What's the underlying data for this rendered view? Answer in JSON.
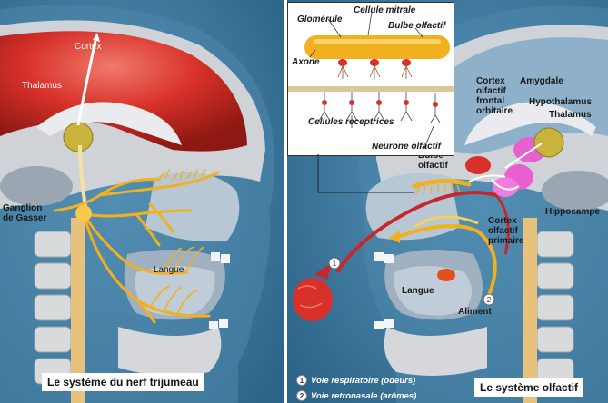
{
  "left_panel": {
    "caption": "Le système du nerf trijumeau",
    "labels": {
      "cortex": "Cortex",
      "thalamus": "Thalamus",
      "ganglion_line1": "Ganglion",
      "ganglion_line2": "de Gasser",
      "langue": "Langue"
    }
  },
  "right_panel": {
    "caption": "Le système olfactif",
    "labels": {
      "cortex_ofo_1": "Cortex",
      "cortex_ofo_2": "olfactif",
      "cortex_ofo_3": "frontal",
      "cortex_ofo_4": "orbitaire",
      "amygdale": "Amygdale",
      "hypothalamus": "Hypothalamus",
      "thalamus": "Thalamus",
      "bulbe_1": "Bulbe",
      "bulbe_2": "olfactif",
      "hippocampe": "Hippocampe",
      "cortex_op_1": "Cortex",
      "cortex_op_2": "olfactif",
      "cortex_op_3": "primaire",
      "langue": "Langue",
      "aliment": "Aliment"
    },
    "inset": {
      "glomerule": "Glomérule",
      "cellule_mitrale": "Cellule mitrale",
      "bulbe_olfactif": "Bulbe olfactif",
      "axone": "Axone",
      "cellules_receptrices": "Cellules receptrices",
      "neurone_olfactif": "Neurone olfactif"
    },
    "legend": [
      {
        "num": "1",
        "text": "Voie respiratoire (odeurs)"
      },
      {
        "num": "2",
        "text": "Voie retronasale (arômes)"
      }
    ]
  },
  "colors": {
    "background_blue": "#3f7fa6",
    "skull_grey": "#c9ccd0",
    "brain_red": "#d8312a",
    "nerve_yellow": "#f2b01e",
    "limbic_pink": "#e85fd0",
    "airway_red": "#c8262a"
  }
}
